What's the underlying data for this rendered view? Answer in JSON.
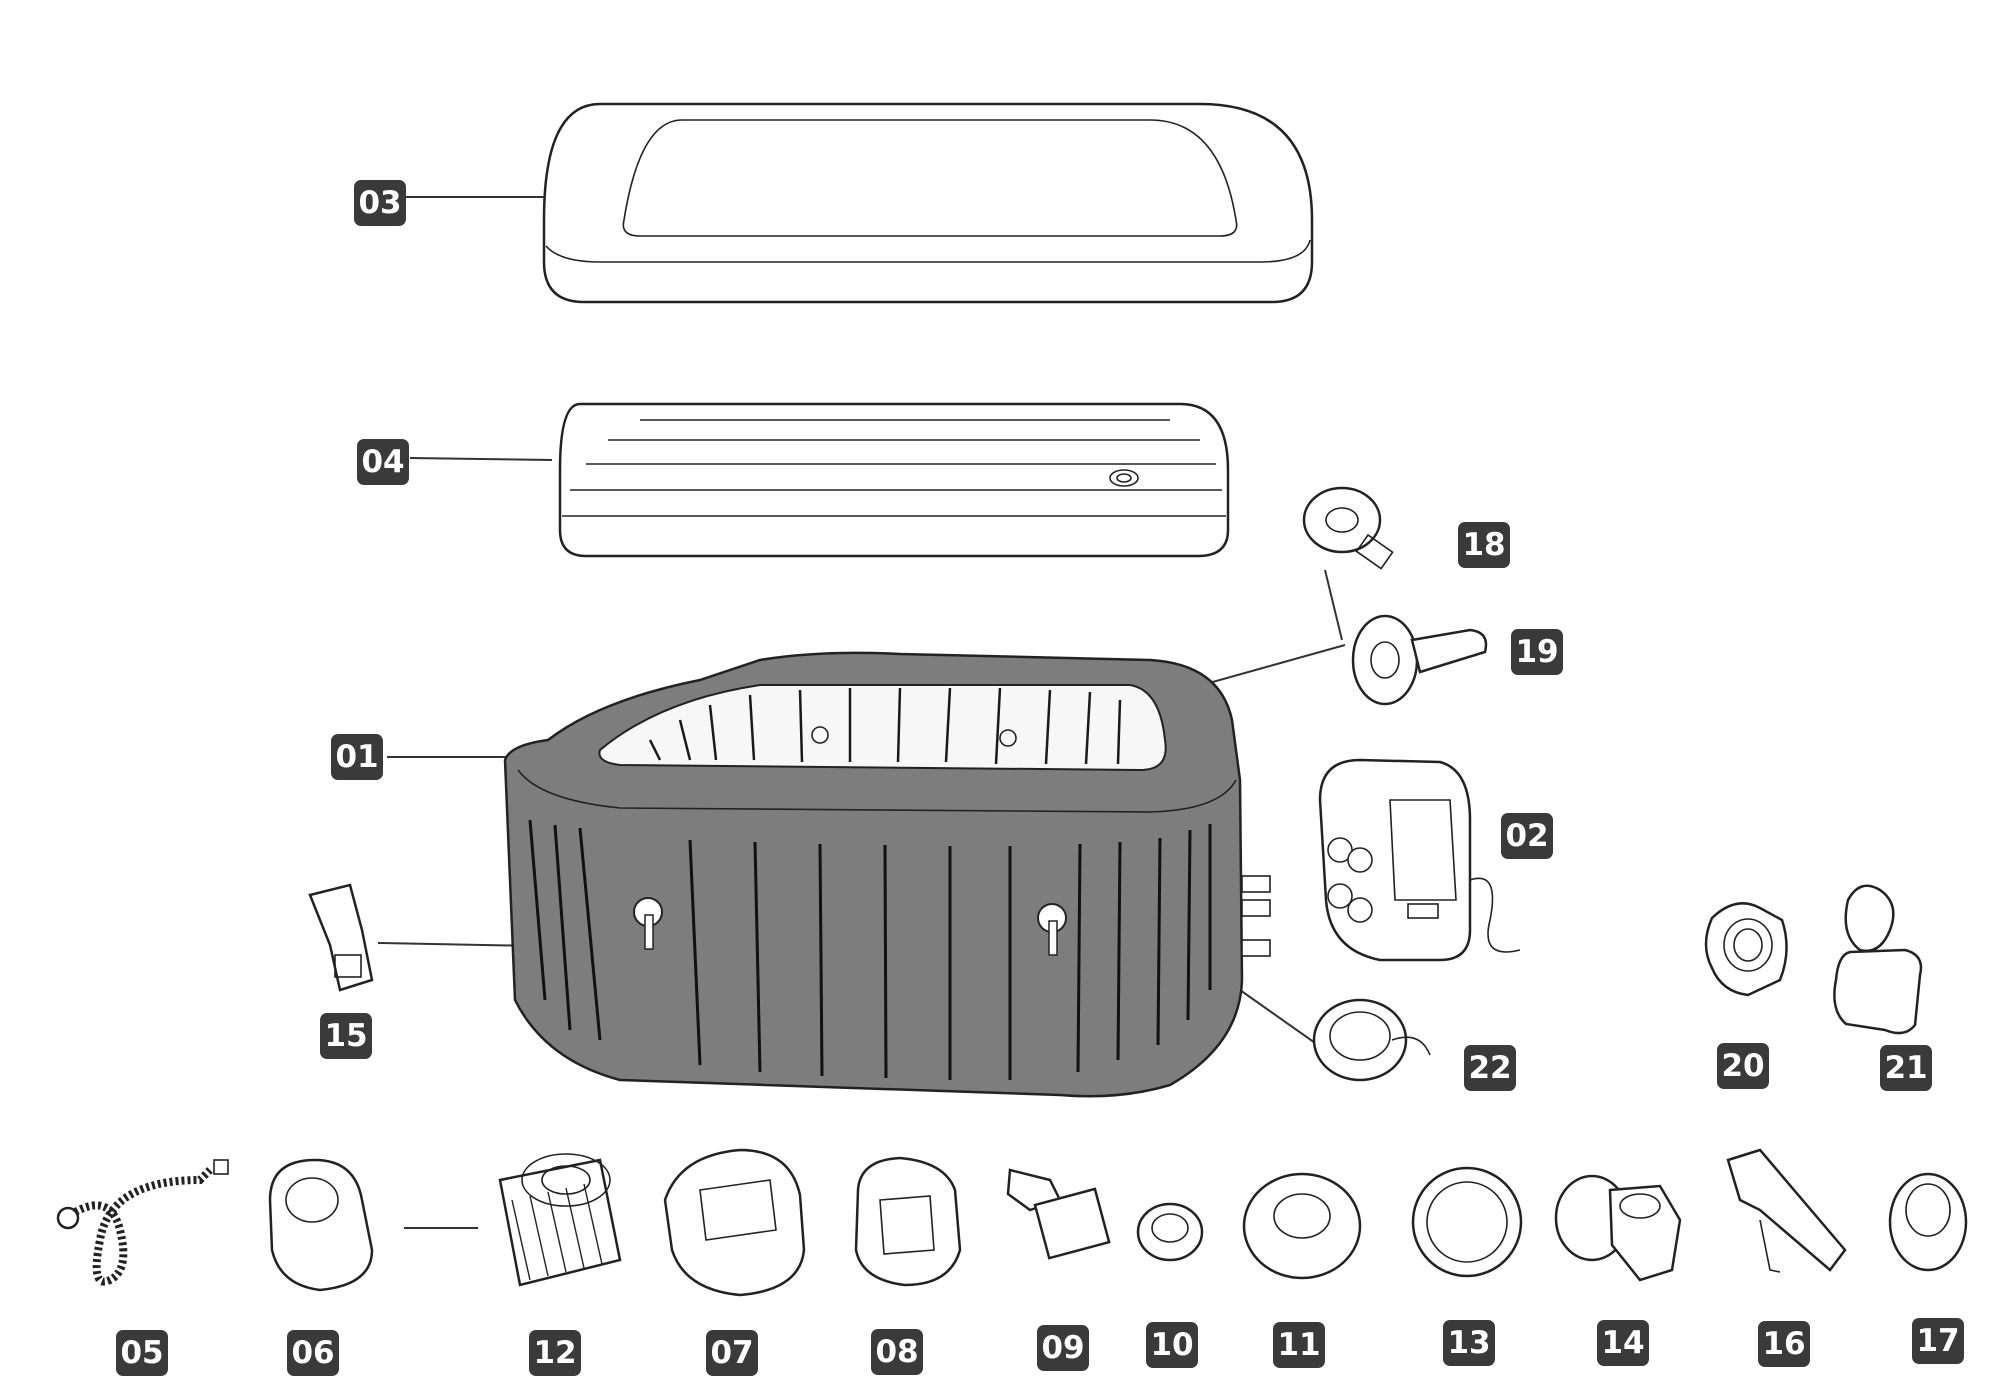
{
  "diagram": {
    "parts": [
      {
        "id": "01"
      },
      {
        "id": "02"
      },
      {
        "id": "03"
      },
      {
        "id": "04"
      },
      {
        "id": "05"
      },
      {
        "id": "06"
      },
      {
        "id": "07"
      },
      {
        "id": "08"
      },
      {
        "id": "09"
      },
      {
        "id": "10"
      },
      {
        "id": "11"
      },
      {
        "id": "12"
      },
      {
        "id": "13"
      },
      {
        "id": "14"
      },
      {
        "id": "15"
      },
      {
        "id": "16"
      },
      {
        "id": "17"
      },
      {
        "id": "18"
      },
      {
        "id": "19"
      },
      {
        "id": "20"
      },
      {
        "id": "21"
      },
      {
        "id": "22"
      }
    ]
  },
  "colors": {
    "badge": "#3a3a3a",
    "badge_text": "#ffffff",
    "spa_body": "#7d7d7d",
    "outline": "#222222"
  }
}
